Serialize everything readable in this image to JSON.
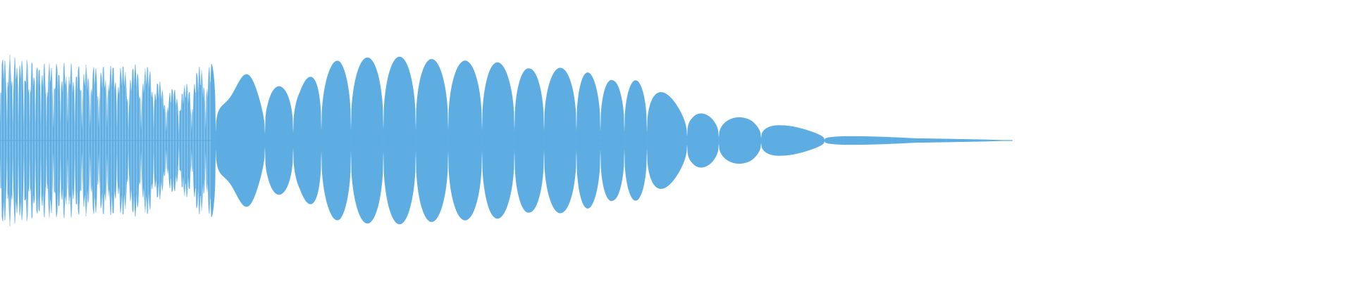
{
  "waveform": {
    "color": "#5DADE2",
    "background": "#ffffff",
    "style": "mirrored-amplitude-envelope",
    "description_free": true
  },
  "chart_data": {
    "type": "area",
    "title": "",
    "xlabel": "",
    "ylabel": "",
    "grid": false,
    "legend": "none",
    "ylim": [
      -1.0,
      1.0
    ],
    "xlim": [
      0,
      1
    ],
    "series": [
      {
        "envelope_peaks": [
          {
            "t": 0.0,
            "amp": 0.88
          },
          {
            "t": 0.03,
            "amp": 0.86
          },
          {
            "t": 0.06,
            "amp": 0.81
          },
          {
            "t": 0.09,
            "amp": 0.8
          },
          {
            "t": 0.11,
            "amp": 0.78
          },
          {
            "t": 0.13,
            "amp": 0.77
          },
          {
            "t": 0.16,
            "amp": 0.79
          },
          {
            "t": 0.19,
            "amp": 0.78
          },
          {
            "t": 0.214,
            "amp": 0.77
          },
          {
            "t": 0.233,
            "amp": 0.52
          },
          {
            "t": 0.262,
            "amp": 0.57
          },
          {
            "t": 0.285,
            "amp": 0.78
          },
          {
            "t": 0.308,
            "amp": 0.79
          },
          {
            "t": 0.33,
            "amp": 0.8
          },
          {
            "t": 0.354,
            "amp": 0.8
          },
          {
            "t": 0.38,
            "amp": 0.55
          },
          {
            "t": 0.402,
            "amp": 0.55
          },
          {
            "t": 0.426,
            "amp": 0.56
          },
          {
            "t": 0.452,
            "amp": 0.74
          },
          {
            "t": 0.482,
            "amp": 0.82
          },
          {
            "t": 0.536,
            "amp": 0.85
          },
          {
            "t": 0.578,
            "amp": 0.85
          },
          {
            "t": 0.636,
            "amp": 0.81
          },
          {
            "t": 0.694,
            "amp": 0.81
          },
          {
            "t": 0.752,
            "amp": 0.73
          },
          {
            "t": 0.812,
            "amp": 0.74
          },
          {
            "t": 0.87,
            "amp": 0.61
          },
          {
            "t": 0.918,
            "amp": 0.61
          },
          {
            "t": 0.982,
            "amp": 0.29
          },
          {
            "t": 1.024,
            "amp": 0.24
          },
          {
            "t": 1.067,
            "amp": 0.23
          },
          {
            "t": 1.11,
            "amp": 0.16
          },
          {
            "t": 1.18,
            "amp": 0.07
          },
          {
            "t": 1.22,
            "amp": 0.05
          },
          {
            "t": 1.3,
            "amp": 0.02
          },
          {
            "t": 1.4,
            "amp": 0.01
          },
          {
            "t": 1.437,
            "amp": 0.0
          }
        ]
      }
    ]
  }
}
